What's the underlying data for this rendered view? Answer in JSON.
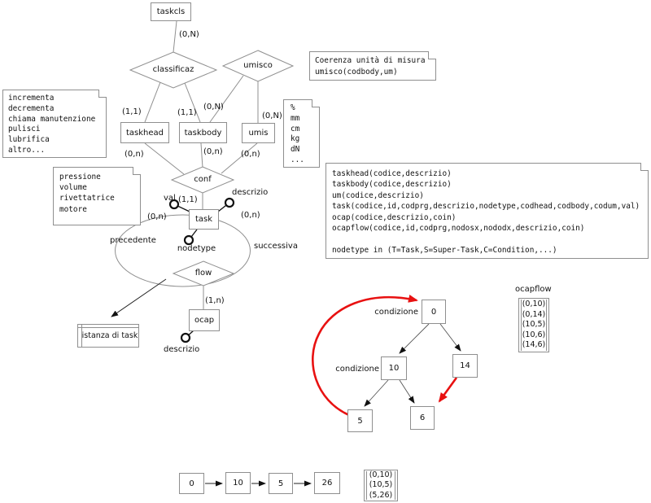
{
  "colors": {
    "line": "#8f8f8f",
    "text": "#111111",
    "red": "#e81111"
  },
  "er": {
    "entities": {
      "taskcls": "taskcls",
      "taskhead": "taskhead",
      "taskbody": "taskbody",
      "umis": "umis",
      "task": "task",
      "ocap": "ocap",
      "istanza": "istanza di task"
    },
    "relations": {
      "classificaz": "classificaz",
      "umisco": "umisco",
      "conf": "conf",
      "flow": "flow"
    },
    "attributes": {
      "val": "val",
      "task_descrizio": "descrizio",
      "nodetype": "nodetype",
      "ocap_descrizio": "descrizio"
    },
    "cardinalities": {
      "taskcls_classificaz": "(0,N)",
      "taskhead_classificaz": "(1,1)",
      "taskbody_classificaz": "(1,1)",
      "taskbody_umisco": "(0,N)",
      "umis_umisco": "(0,N)",
      "taskhead_conf": "(0,n)",
      "taskbody_conf": "(0,n)",
      "umis_conf": "(0,n)",
      "task_conf": "(1,1)",
      "flow_precedente": "(0,n)",
      "flow_successiva": "(0,n)",
      "ocap_flow": "(1,n)"
    },
    "roles": {
      "precedente": "precedente",
      "successiva": "successiva"
    }
  },
  "notes": {
    "coerenza": {
      "lines": [
        "Coerenza unità di misura",
        "umisco(codbody,um)"
      ]
    },
    "azioni": {
      "lines": [
        "incrementa",
        "decrementa",
        "chiama manutenzione",
        "pulisci",
        "lubrifica",
        "altro..."
      ]
    },
    "unita": {
      "lines": [
        "%",
        "mm",
        "cm",
        "kg",
        "dN",
        "..."
      ]
    },
    "esempi": {
      "lines": [
        "pressione",
        "volume",
        "rivettatrice",
        "motore"
      ]
    },
    "schema": {
      "lines": [
        "taskhead(codice,descrizio)",
        "taskbody(codice,descrizio)",
        "um(codice,descrizio)",
        "task(codice,id,codprg,descrizio,nodetype,codhead,codbody,codum,val)",
        "ocap(codice,descrizio,coin)",
        "ocapflow(codice,id,codprg,nodosx,nododx,descrizio,coin)",
        "",
        "nodetype in (T=Task,S=Super-Task,C=Condition,...)"
      ]
    }
  },
  "graph": {
    "label_condizione_0": "condizione",
    "label_condizione_10": "condizione",
    "nodes": {
      "n0": "0",
      "n10": "10",
      "n14": "14",
      "n5": "5",
      "n6": "6"
    },
    "edges_black": [
      [
        "0",
        "10"
      ],
      [
        "0",
        "14"
      ],
      [
        "10",
        "5"
      ],
      [
        "10",
        "6"
      ]
    ],
    "edges_red": [
      [
        "5",
        "0"
      ],
      [
        "14",
        "6"
      ]
    ],
    "ocapflow_title": "ocapflow",
    "ocapflow_pairs": [
      "(0,10)",
      "(0,14)",
      "(10,5)",
      "(10,6)",
      "(14,6)"
    ]
  },
  "chain": {
    "nodes": [
      "0",
      "10",
      "5",
      "26"
    ],
    "pairs": [
      "(0,10)",
      "(10,5)",
      "(5,26)"
    ]
  }
}
